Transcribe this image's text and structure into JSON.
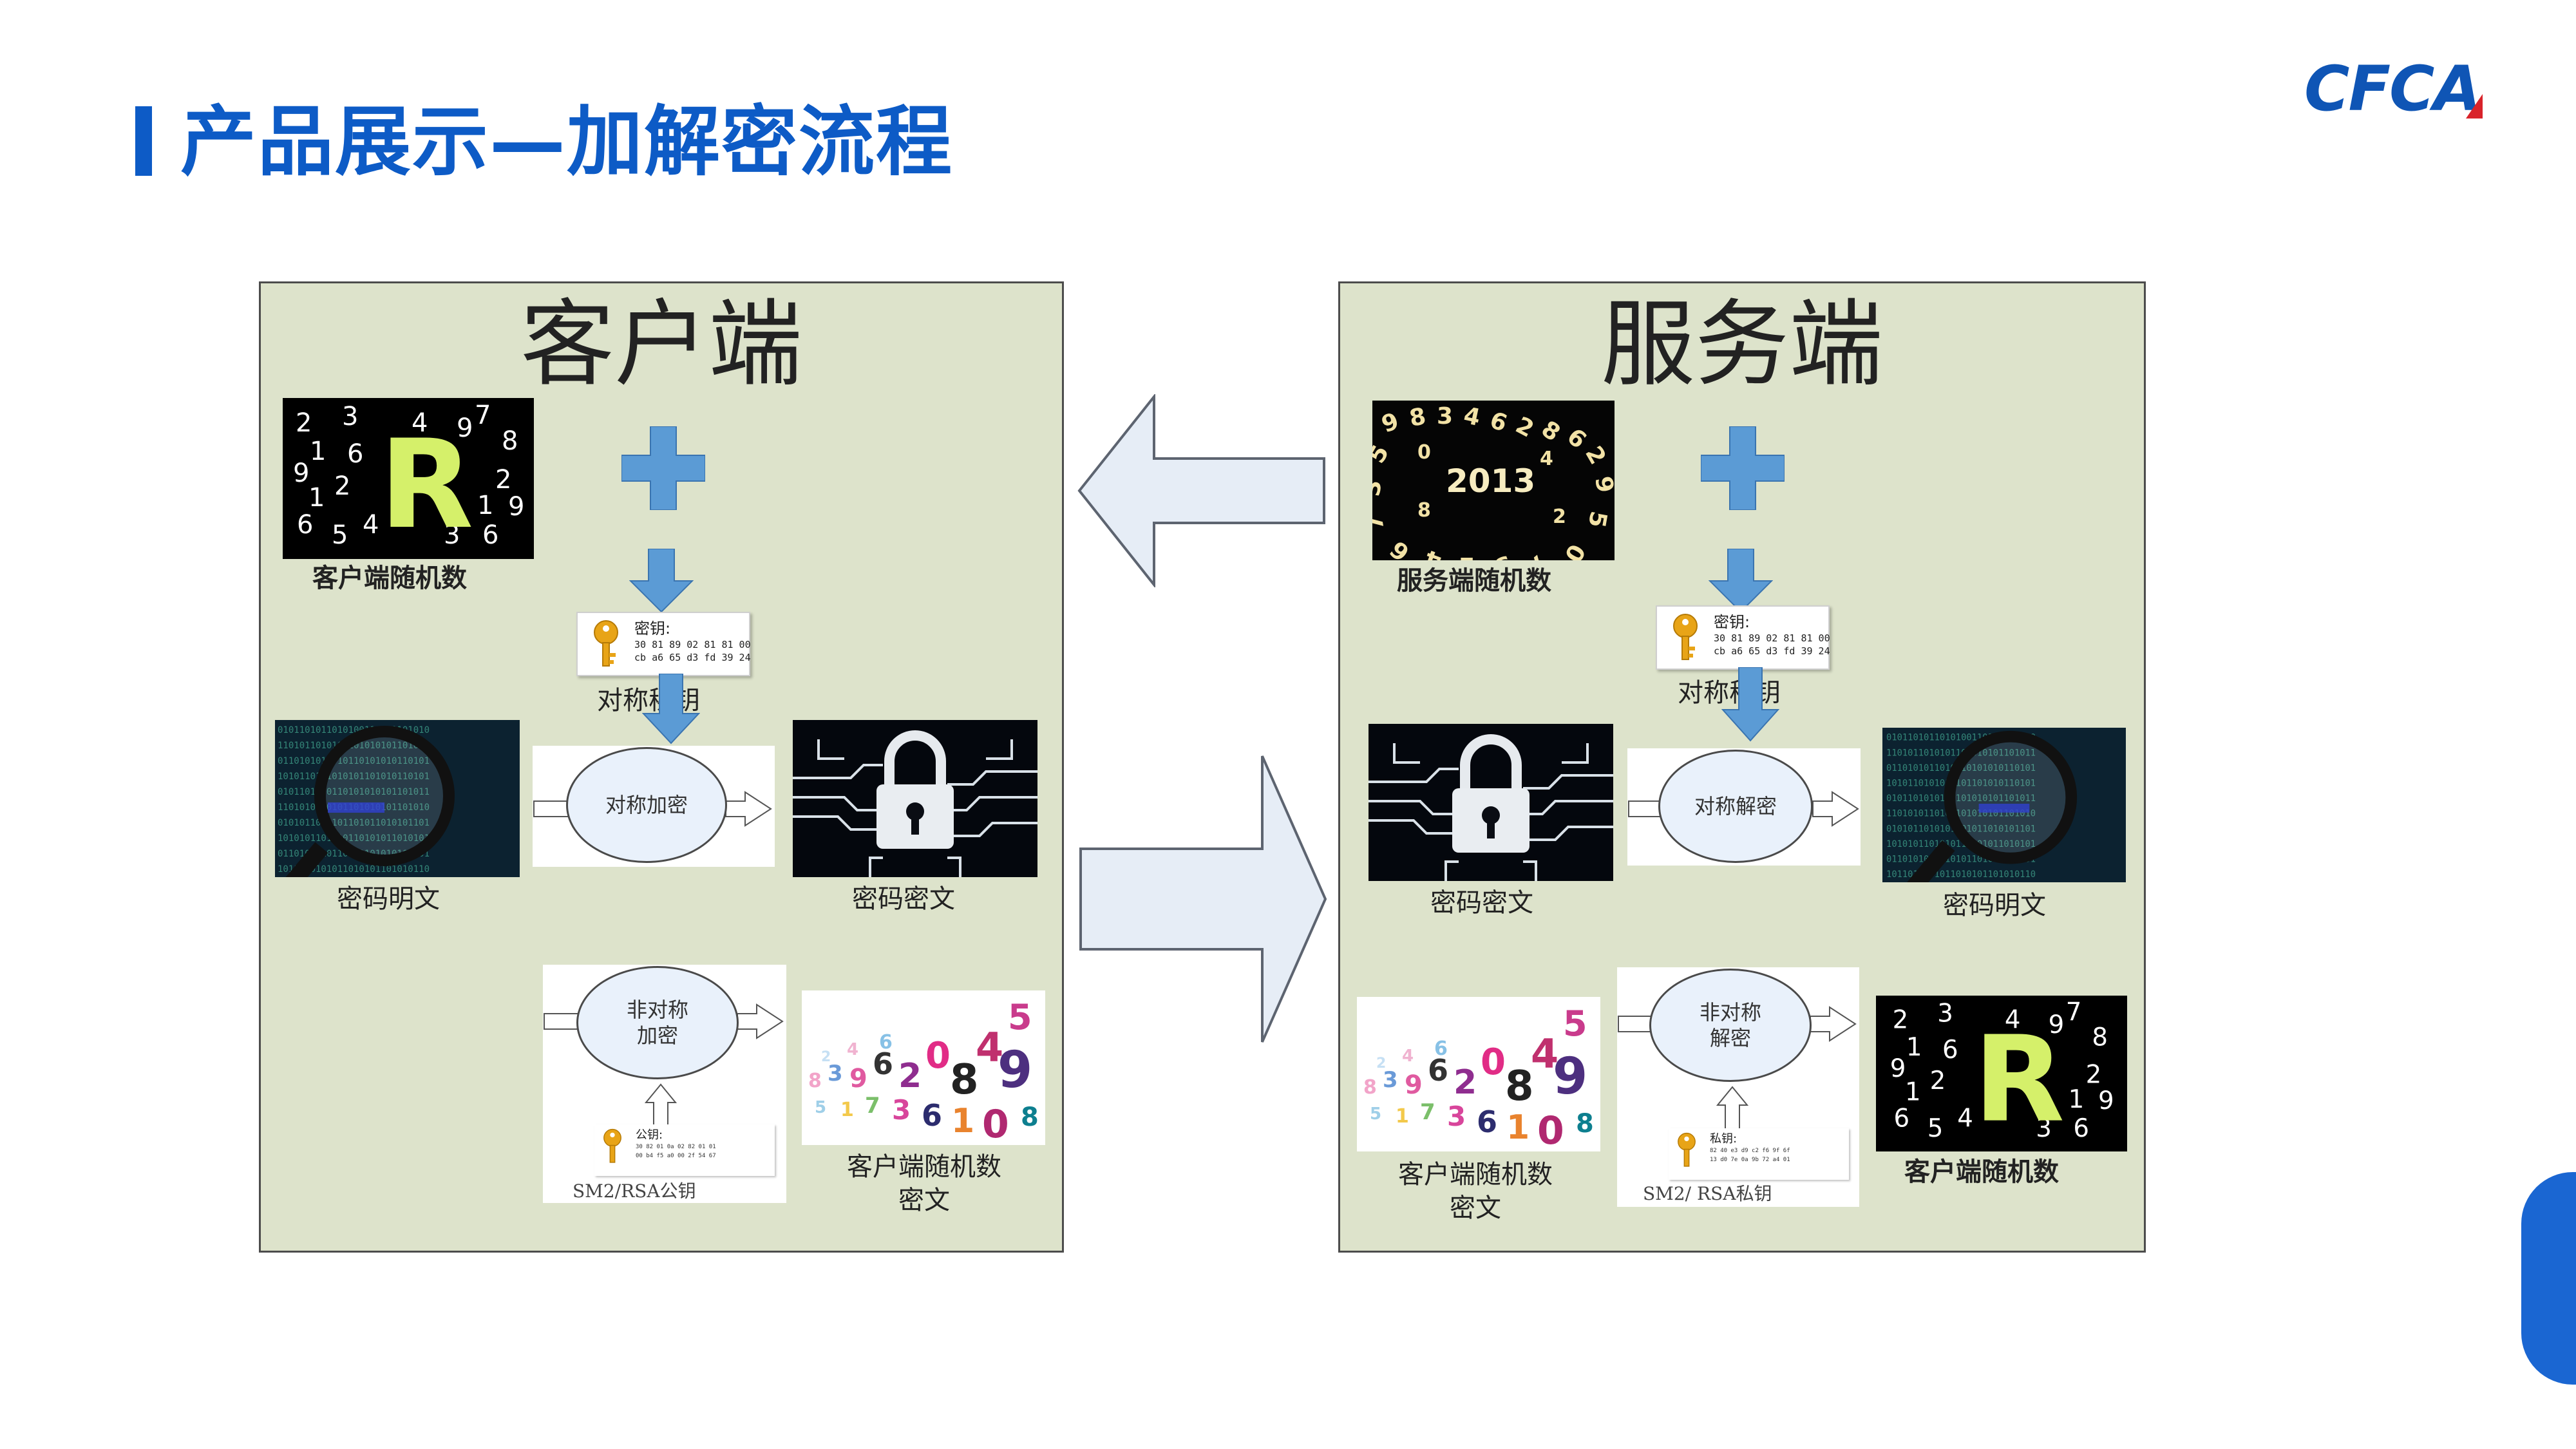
{
  "header": {
    "title": "产品展示—加解密流程",
    "logo": "CFCA"
  },
  "colors": {
    "brand_blue": "#0d5bc6",
    "panel_bg": "#dde3cb",
    "plus_blue": "#5b9bd5",
    "big_arrow_fill": "#e6edf6"
  },
  "client": {
    "title": "客户端",
    "random_label": "客户端随机数",
    "key_card": {
      "title": "密钥:",
      "hex1": "30 81 89 02 81 81 00",
      "hex2": "cb a6 65 d3 fd 39 24"
    },
    "sym_key_label": "对称秘钥",
    "encrypt_label": "对称加密",
    "plaintext_label": "密码明文",
    "ciphertext_label": "密码密文",
    "asym_label_1": "非对称",
    "asym_label_2": "加密",
    "pubkey_title": "公钥:",
    "pubkey_hex1": "30 82 01 0a 02 82 01 01",
    "pubkey_hex2": "00 b4 f5 a0 00 2f 54 67",
    "pubkey_caption": "SM2/RSA公钥",
    "random_cipher_1": "客户端随机数",
    "random_cipher_2": "密文",
    "digits": [
      "2",
      "3",
      "4",
      "9",
      "7",
      "8",
      "1",
      "6",
      "2",
      "9",
      "1",
      "2",
      "1",
      "9",
      "6",
      "5",
      "4",
      "3",
      "6"
    ],
    "big_letter": "R"
  },
  "server": {
    "title": "服务端",
    "random_label": "服务端随机数",
    "year": "2013",
    "key_card": {
      "title": "密钥:",
      "hex1": "30 81 89 02 81 81 00",
      "hex2": "cb a6 65 d3 fd 39 24"
    },
    "sym_key_label": "对称秘钥",
    "decrypt_label": "对称解密",
    "ciphertext_label": "密码密文",
    "plaintext_label": "密码明文",
    "asym_label_1": "非对称",
    "asym_label_2": "解密",
    "privkey_title": "私钥:",
    "privkey_hex1": "82 40 e3 d9 c2 f6 9f 6f",
    "privkey_hex2": "13 d0 7e 0a 9b 72 a4 01",
    "privkey_caption": "SM2/ RSA私钥",
    "random_cipher_1": "客户端随机数",
    "random_cipher_2": "密文",
    "random_result_label": "客户端随机数",
    "big_letter": "R"
  },
  "icons": {
    "plus": "plus-icon",
    "down_arrow": "down-arrow-icon",
    "key": "key-icon",
    "padlock": "padlock-icon",
    "magnifier": "magnifier-icon",
    "left_arrow": "left-arrow-icon",
    "right_arrow": "right-arrow-icon"
  }
}
